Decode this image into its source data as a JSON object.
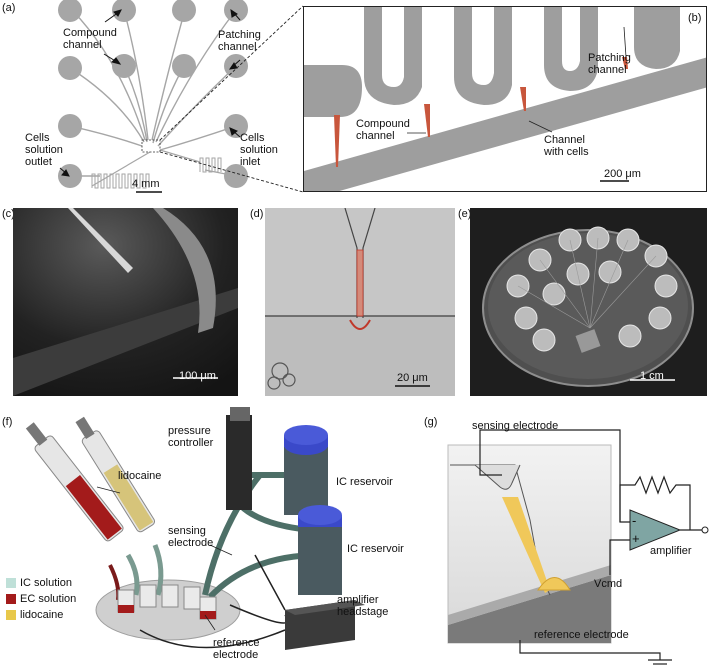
{
  "panels": {
    "a": {
      "letter": "(a)",
      "labels": {
        "compound": "Compound\nchannel",
        "patching": "Patching\nchannel",
        "outlet": "Cells\nsolution\noutlet",
        "inlet": "Cells\nsolution\ninlet",
        "scale": "4 mm"
      }
    },
    "b": {
      "letter": "(b)",
      "labels": {
        "patching": "Patching\nchannel",
        "compound": "Compound\nchannel",
        "cells": "Channel\nwith cells",
        "scale": "200 μm"
      }
    },
    "c": {
      "letter": "(c)",
      "scale": "100 μm"
    },
    "d": {
      "letter": "(d)",
      "scale": "20 μm"
    },
    "e": {
      "letter": "(e)",
      "scale": "1 cm"
    },
    "f": {
      "letter": "(f)",
      "labels": {
        "pressure": "pressure\ncontroller",
        "ic1": "IC reservoir",
        "ic2": "IC reservoir",
        "lidocaine": "lidocaine",
        "sensing": "sensing\nelectrode",
        "amplifier": "amplifier\nheadstage",
        "reference": "reference\nelectrode"
      },
      "legend": [
        {
          "label": "IC solution",
          "color": "#bfe0d8"
        },
        {
          "label": "EC solution",
          "color": "#a31b1b"
        },
        {
          "label": "lidocaine",
          "color": "#e8c84a"
        }
      ]
    },
    "g": {
      "letter": "(g)",
      "labels": {
        "sensing": "sensing electrode",
        "amplifier": "amplifier",
        "vcmd": "Vcmd",
        "reference": "reference electrode",
        "minus": "-",
        "plus": "+"
      }
    }
  },
  "colors": {
    "chip_gray": "#a6a6a6",
    "channel_gray": "#9e9e9e",
    "highlight_red": "#c8563c",
    "reservoir_blue": "#3a49c9"
  }
}
